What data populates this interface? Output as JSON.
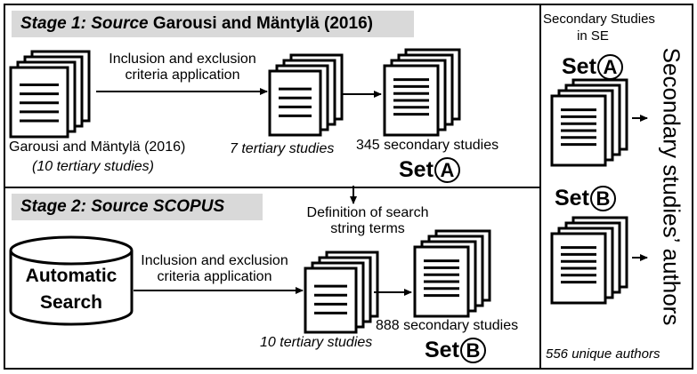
{
  "stage1": {
    "label_prefix": "Stage 1: Source",
    "label_source": "Garousi and Mäntylä (2016)",
    "inclusion_line1": "Inclusion and exclusion",
    "inclusion_line2": "criteria application",
    "source_caption": "Garousi and Mäntylä (2016)",
    "source_count": "(10 tertiary studies)",
    "tertiary_caption": "7 tertiary studies",
    "secondary_caption": "345 secondary studies",
    "set_word": "Set",
    "set_letter": "A"
  },
  "stage2": {
    "label": "Stage 2: Source SCOPUS",
    "definition_line1": "Definition of search",
    "definition_line2": "string terms",
    "search_line1": "Automatic",
    "search_line2": "Search",
    "inclusion_line1": "Inclusion and exclusion",
    "inclusion_line2": "criteria application",
    "tertiary_caption": "10 tertiary studies",
    "secondary_caption": "888 secondary studies",
    "set_word": "Set",
    "set_letter": "B"
  },
  "right_panel": {
    "title_line1": "Secondary Studies",
    "title_line2": "in SE",
    "set_a_word": "Set",
    "set_a_letter": "A",
    "set_b_word": "Set",
    "set_b_letter": "B",
    "vertical_label": "Secondary studies’ authors",
    "authors_caption": "556 unique authors"
  }
}
